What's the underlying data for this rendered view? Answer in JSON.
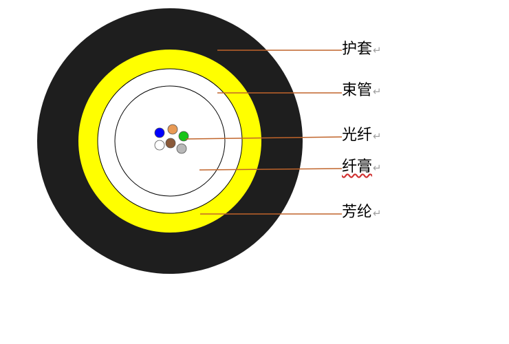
{
  "labels": {
    "jacket": "护套",
    "tube": "束管",
    "fiber": "光纤",
    "gel": "纤膏",
    "aramid": "芳纶"
  },
  "paragraph_mark": "↵",
  "colors": {
    "jacket": "#1e1e1e",
    "aramid": "#ffff00",
    "tube": "#ffffff",
    "gel": "#ffffff",
    "outline": "#000000",
    "leader_line": "#c0642a",
    "fibers": [
      "#0000ff",
      "#e89a55",
      "#19c419",
      "#ffffff",
      "#8a5a3a",
      "#b8b8b8"
    ]
  }
}
